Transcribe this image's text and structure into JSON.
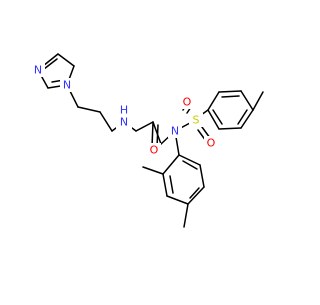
{
  "molecule": {
    "atom_labels": {
      "imidazole_n1": "N",
      "imidazole_n3": "N",
      "amide_nh": "N",
      "amide_h": "H",
      "amide_o": "O",
      "sulfonamide_n": "N",
      "sulfur": "S",
      "sulfonyl_o1": "O",
      "sulfonyl_o2": "O"
    },
    "colors": {
      "bond": "#000000",
      "nitrogen": "#3333ff",
      "oxygen": "#ff0000",
      "sulfur": "#cccc00"
    }
  }
}
